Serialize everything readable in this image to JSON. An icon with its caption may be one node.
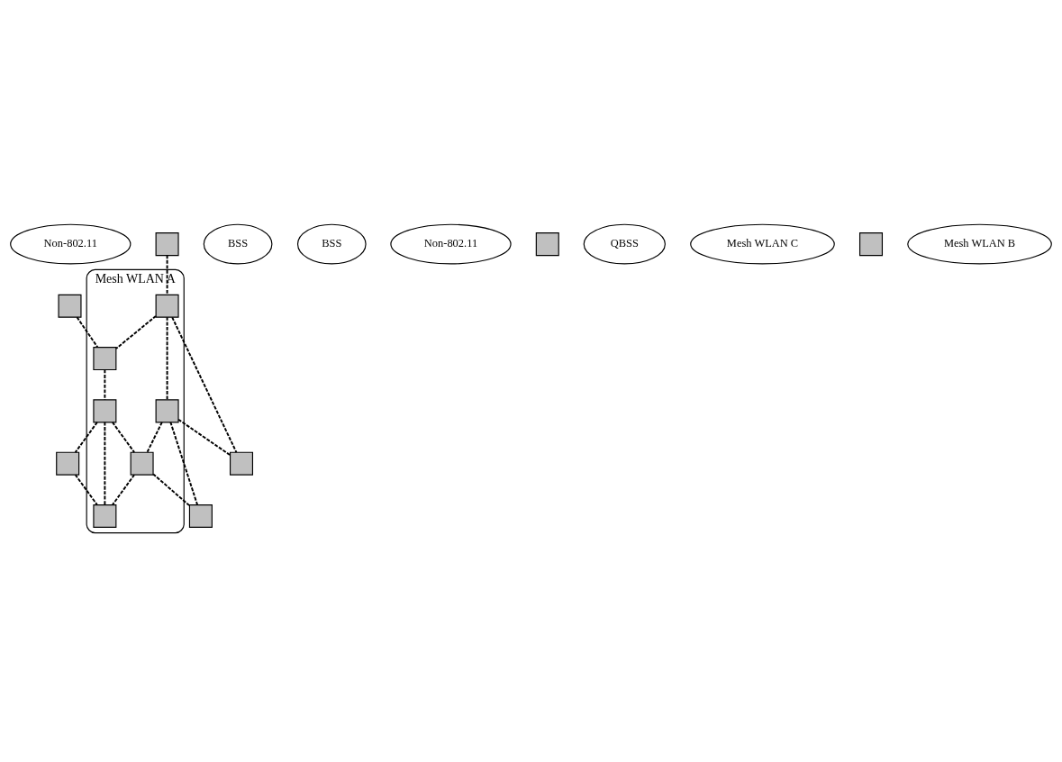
{
  "diagram": {
    "nodes": [
      {
        "text": [
          "Non-802.11"
        ]
      },
      {
        "text": [],
        "shape": "box"
      },
      {
        "text": [
          "BSS"
        ]
      },
      {
        "text": [],
        "shape": "box"
      },
      {
        "text": [
          "BSS"
        ]
      },
      {
        "text": [],
        "shape": "box"
      },
      {
        "text": [
          "Mesh WLAN A"
        ]
      },
      {
        "text": [],
        "shape": "box",
        "in": 6
      },
      {
        "text": [],
        "shape": "box",
        "in": 6
      },
      {
        "text": [],
        "shape": "box",
        "in": 6
      },
      {
        "text": [],
        "shape": "box",
        "in": 6
      },
      {
        "text": [],
        "shape": "box",
        "in": 6
      },
      {
        "text": [],
        "shape": "box",
        "in": 6
      },
      {
        "text": [
          "Non-802.11"
        ]
      },
      {
        "text": [],
        "shape": "box"
      },
      {
        "text": [
          "QBSS"
        ]
      },
      {
        "text": [],
        "shape": "box"
      },
      {
        "text": [],
        "shape": "box"
      },
      {
        "text": [
          "Mesh WLAN C"
        ]
      },
      {
        "text": [],
        "shape": "box"
      },
      {
        "text": [
          "Mesh WLAN B"
        ]
      }
    ],
    "edges": [
      {
        "from": 1,
        "to": 7,
        "arrow": "none",
        "style": "dashed"
      },
      {
        "from": 3,
        "to": 8,
        "arrow": "none",
        "style": "dashed"
      },
      {
        "from": 8,
        "to": 7,
        "arrow": "none",
        "style": "dashed"
      },
      {
        "from": 7,
        "to": 9,
        "arrow": "none",
        "style": "dashed"
      },
      {
        "from": 9,
        "to": 5,
        "arrow": "none",
        "style": "dashed"
      },
      {
        "from": 5,
        "to": 10,
        "arrow": "none",
        "style": "dashed"
      },
      {
        "from": 9,
        "to": 10,
        "arrow": "none",
        "style": "dashed"
      },
      {
        "from": 9,
        "to": 12,
        "arrow": "none",
        "style": "dashed"
      },
      {
        "from": 8,
        "to": 16,
        "arrow": "none",
        "style": "dashed"
      },
      {
        "from": 8,
        "to": 11,
        "arrow": "none",
        "style": "dashed"
      },
      {
        "from": 11,
        "to": 12,
        "arrow": "none",
        "style": "dashed"
      },
      {
        "from": 12,
        "to": 10,
        "arrow": "none",
        "style": "dashed"
      },
      {
        "from": 11,
        "to": 16,
        "arrow": "none",
        "style": "dashed"
      },
      {
        "from": 11,
        "to": 17,
        "arrow": "none",
        "style": "dashed"
      },
      {
        "from": 12,
        "to": 17,
        "arrow": "none",
        "style": "dashed"
      }
    ]
  }
}
